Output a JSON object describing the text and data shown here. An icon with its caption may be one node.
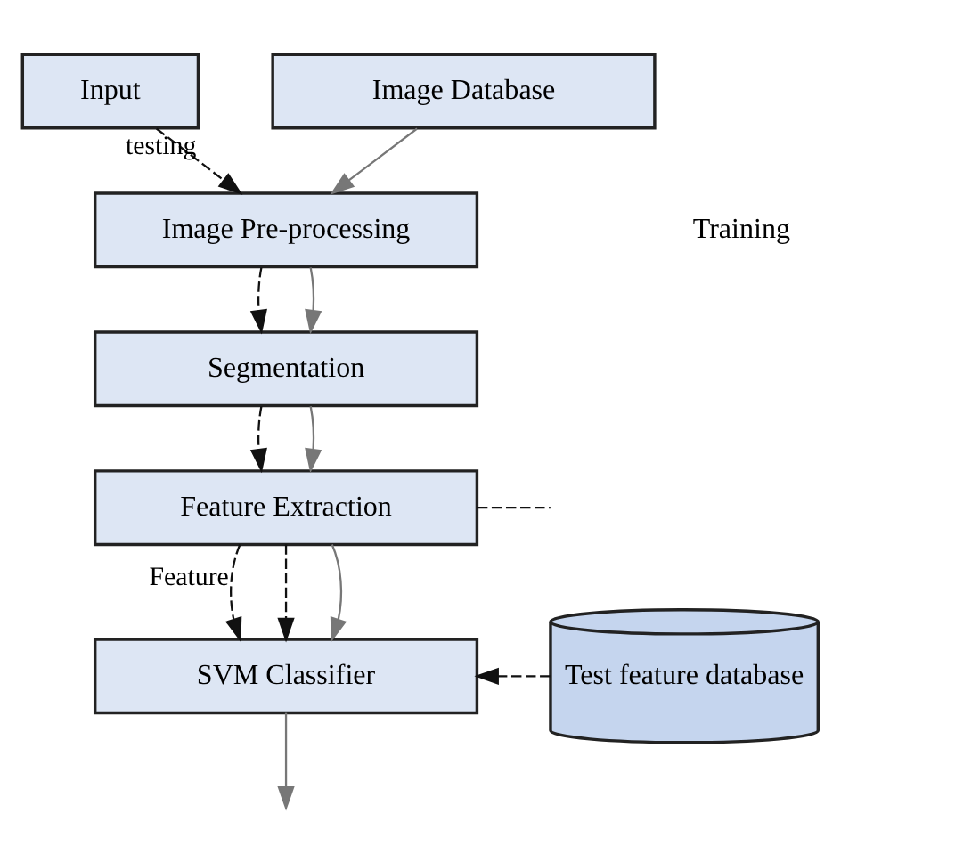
{
  "diagram": {
    "nodes": [
      {
        "text": [
          "Input"
        ]
      },
      {
        "text": [
          "Image Database"
        ]
      },
      {
        "text": [
          "Image Pre-processing"
        ]
      },
      {
        "text": [
          "Segmentation"
        ]
      },
      {
        "text": [
          "Feature Extraction"
        ]
      },
      {
        "text": [
          "SVM Classifier"
        ]
      },
      {
        "text": [
          "Test feature database"
        ]
      }
    ],
    "edges": [
      {
        "from": 0,
        "to": 2,
        "arrow": "to",
        "style": "dashed",
        "label": "testing"
      },
      {
        "from": 1,
        "to": 2,
        "arrow": "to",
        "color": "#777777"
      },
      {
        "from": 2,
        "to": 3,
        "arrow": "to",
        "style": "dashed"
      },
      {
        "from": 2,
        "to": 3,
        "arrow": "to",
        "color": "#777777"
      },
      {
        "from": 3,
        "to": 4,
        "arrow": "to",
        "style": "dashed"
      },
      {
        "from": 3,
        "to": 4,
        "arrow": "to",
        "color": "#777777"
      },
      {
        "from": 4,
        "to": 5,
        "arrow": "to",
        "style": "dashed",
        "label": "Feature"
      },
      {
        "from": 4,
        "to": 5,
        "arrow": "to",
        "style": "dashed"
      },
      {
        "from": 4,
        "to": 5,
        "arrow": "to",
        "color": "#777777"
      },
      {
        "from": 6,
        "to": 5,
        "arrow": "to",
        "style": "dashed"
      },
      {
        "from": 4,
        "to": null,
        "arrow": "none",
        "style": "dashed"
      },
      {
        "from": 5,
        "to": null,
        "arrow": "to",
        "color": "#777777"
      }
    ],
    "labels": [
      "Training"
    ]
  }
}
